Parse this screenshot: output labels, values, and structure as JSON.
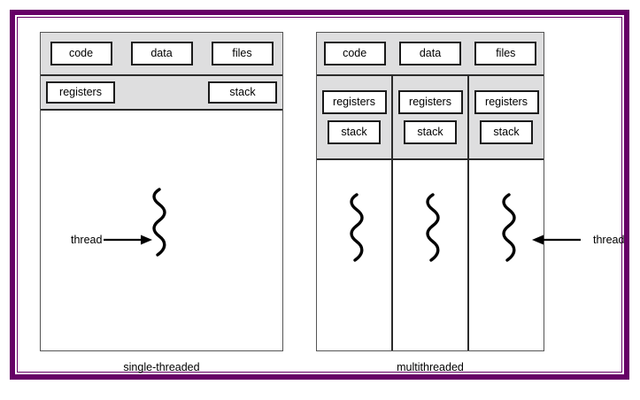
{
  "figure": {
    "border_color": "#660066",
    "shared_band_color": "#dededf",
    "box_border_color": "#1a1a1a",
    "background": "#ffffff"
  },
  "single_threaded": {
    "caption": "single-threaded",
    "shared_resources": [
      {
        "label": "code"
      },
      {
        "label": "data"
      },
      {
        "label": "files"
      }
    ],
    "thread_resources": [
      {
        "label": "registers"
      },
      {
        "label": "stack"
      }
    ],
    "thread_annotation": {
      "label": "thread",
      "arrow_direction": "right"
    }
  },
  "multithreaded": {
    "caption": "multithreaded",
    "shared_resources": [
      {
        "label": "code"
      },
      {
        "label": "data"
      },
      {
        "label": "files"
      }
    ],
    "threads": [
      {
        "registers": "registers",
        "stack": "stack"
      },
      {
        "registers": "registers",
        "stack": "stack"
      },
      {
        "registers": "registers",
        "stack": "stack"
      }
    ],
    "thread_annotation": {
      "label": "thread",
      "arrow_direction": "left"
    }
  }
}
